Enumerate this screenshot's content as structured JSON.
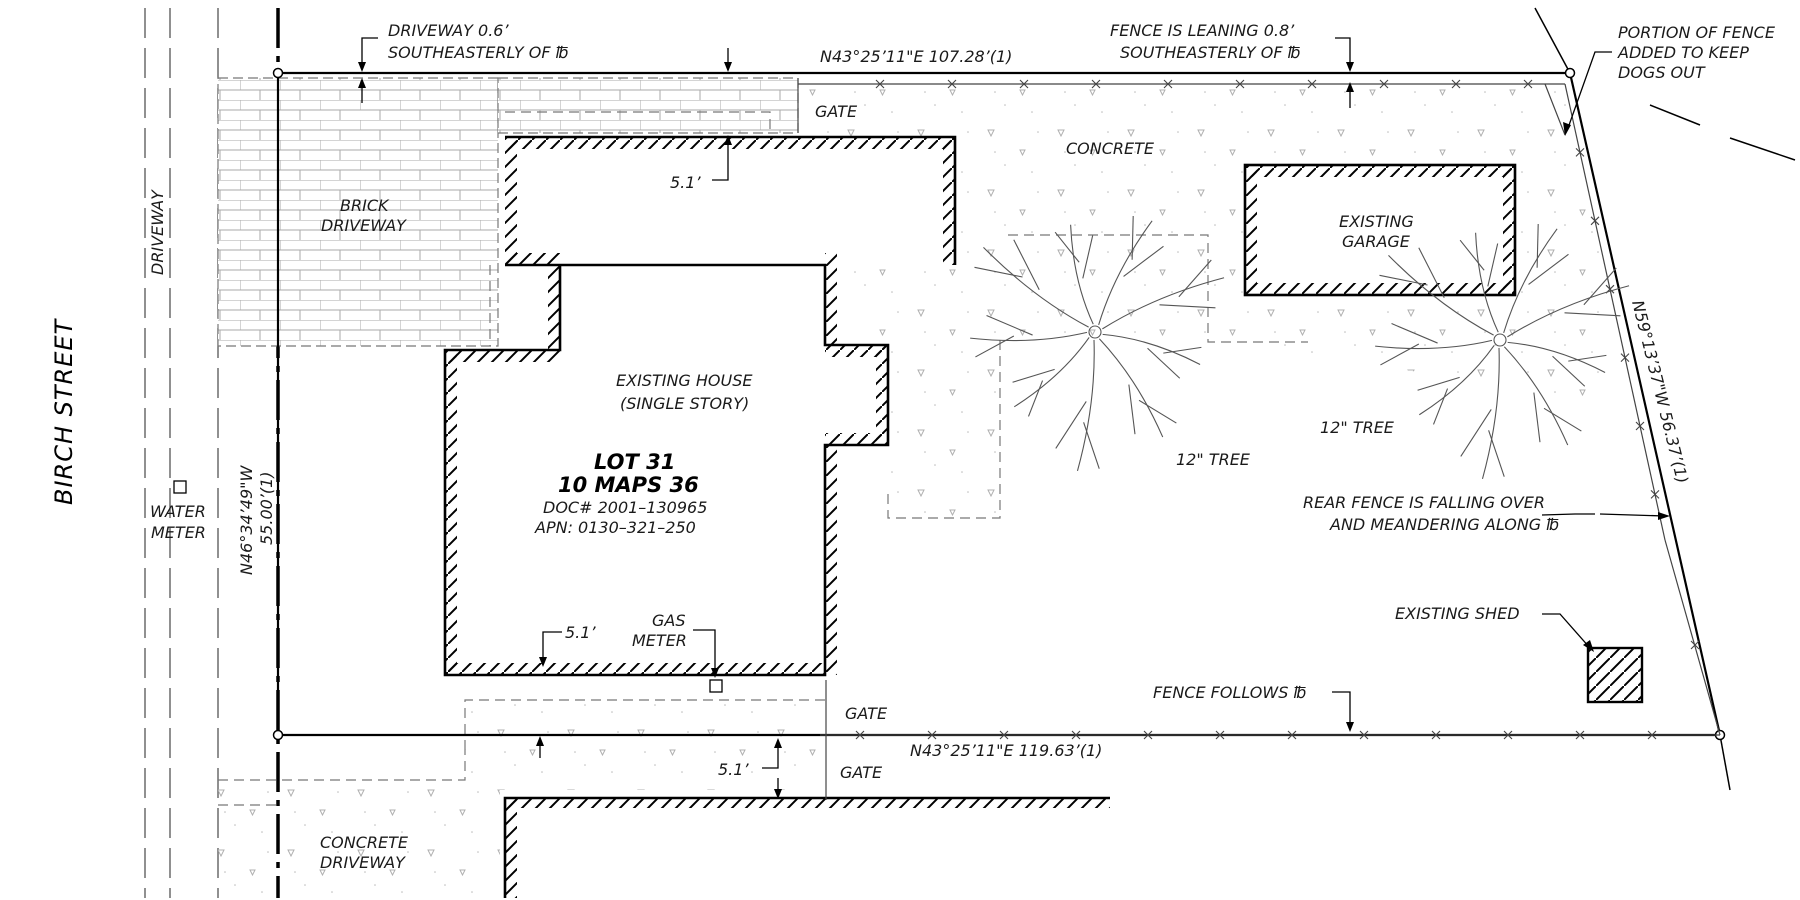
{
  "street": {
    "name": "BIRCH STREET"
  },
  "lot": {
    "title_line1": "LOT 31",
    "title_line2": "10 MAPS 36",
    "doc": "DOC# 2001–130965",
    "apn": "APN:  0130–321–250"
  },
  "bearings": {
    "north": "N43°25’11\"E  107.28’(1)",
    "south": "N43°25’11\"E  119.63’(1)",
    "west_line1": "N46°34’49\"W",
    "west_line2": "55.00’(1)",
    "east": "N59°13’37\"W  56.37’(1)"
  },
  "labels": {
    "driveway_note_line1": "DRIVEWAY 0.6’",
    "driveway_note_line2": "SOUTHEASTERLY OF ℔",
    "fence_leaning_line1": "FENCE IS LEANING 0.8’",
    "fence_leaning_line2": "SOUTHEASTERLY OF ℔",
    "portion_fence_line1": "PORTION OF FENCE",
    "portion_fence_line2": "ADDED TO KEEP",
    "portion_fence_line3": "DOGS OUT",
    "gate_top": "GATE",
    "gate_bottom_1": "GATE",
    "gate_bottom_2": "GATE",
    "concrete": "CONCRETE",
    "brick_driveway_line1": "BRICK",
    "brick_driveway_line2": "DRIVEWAY",
    "driveway_vertical": "DRIVEWAY",
    "existing_house_line1": "EXISTING HOUSE",
    "existing_house_line2": "(SINGLE STORY)",
    "existing_garage_line1": "EXISTING",
    "existing_garage_line2": "GARAGE",
    "tree_1": "12\"  TREE",
    "tree_2": "12\"  TREE",
    "rear_fence_line1": "REAR FENCE IS FALLING OVER",
    "rear_fence_line2": "AND MEANDERING ALONG ℔",
    "existing_shed": "EXISTING  SHED",
    "fence_follows": "FENCE FOLLOWS ℔",
    "water_meter_line1": "WATER",
    "water_meter_line2": "METER",
    "gas_meter_line1": "GAS",
    "gas_meter_line2": "METER",
    "concrete_driveway_line1": "CONCRETE",
    "concrete_driveway_line2": "DRIVEWAY",
    "setback_top": "5.1’",
    "setback_bottom": "5.1’",
    "setback_south": "5.1’"
  }
}
